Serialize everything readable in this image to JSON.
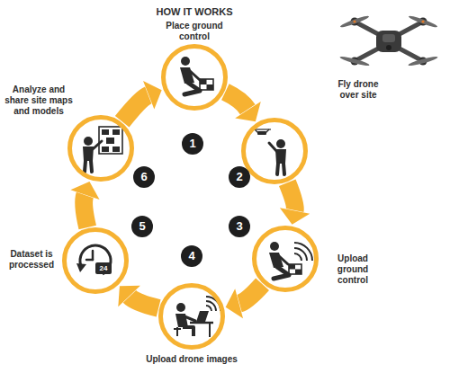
{
  "diagram": {
    "title": "HOW IT WORKS",
    "nodes": [
      {
        "text": [
          "Place ground control"
        ]
      },
      {
        "text": [
          "Fly drone over site"
        ]
      },
      {
        "text": [
          "Upload ground control"
        ]
      },
      {
        "text": [
          "Upload drone images"
        ]
      },
      {
        "text": [
          "Dataset is processed"
        ]
      },
      {
        "text": [
          "Analyze and share site maps and models"
        ]
      }
    ],
    "edges": [
      {
        "from": 0,
        "to": 1,
        "arrow": "to"
      },
      {
        "from": 1,
        "to": 2,
        "arrow": "to"
      },
      {
        "from": 2,
        "to": 3,
        "arrow": "to"
      },
      {
        "from": 3,
        "to": 4,
        "arrow": "to"
      },
      {
        "from": 4,
        "to": 5,
        "arrow": "to"
      },
      {
        "from": 5,
        "to": 0,
        "arrow": "to"
      }
    ],
    "labels": [
      "1",
      "2",
      "3",
      "4",
      "5",
      "6",
      "24"
    ]
  }
}
